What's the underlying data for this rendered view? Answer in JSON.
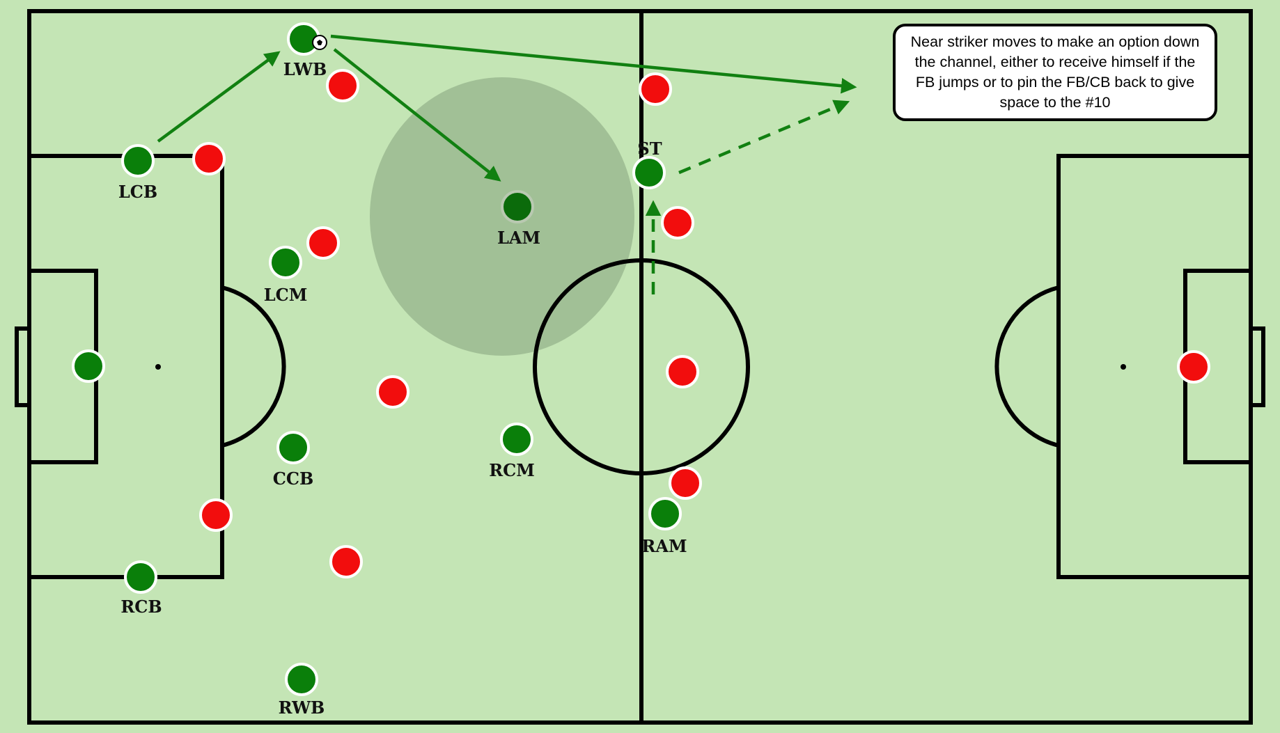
{
  "colors": {
    "pitch": "#c4e5b5",
    "lines": "#000000",
    "team_green": "#0a7f0a",
    "team_red": "#f20d0d",
    "arrow": "#118011",
    "zone": "#8fac86"
  },
  "note": {
    "text": "Near striker moves to make an option down the channel, either to receive himself if the FB jumps or to pin the FB/CB back to give space to the #10"
  },
  "green_players": [
    {
      "label": "LWB"
    },
    {
      "label": "LCB"
    },
    {
      "label": "LCM"
    },
    {
      "label": "LAM"
    },
    {
      "label": "ST"
    },
    {
      "label": "CCB"
    },
    {
      "label": "RCM"
    },
    {
      "label": "RAM"
    },
    {
      "label": "RCB"
    },
    {
      "label": "RWB"
    },
    {
      "label": ""
    }
  ],
  "ball": {
    "name": "ball-icon"
  },
  "arrows": [
    {
      "name": "arrow-lcb-to-lwb",
      "style": "solid"
    },
    {
      "name": "arrow-lwb-to-lam",
      "style": "solid"
    },
    {
      "name": "arrow-lwb-long-pass",
      "style": "solid"
    },
    {
      "name": "arrow-st-run-channel",
      "style": "dashed"
    },
    {
      "name": "arrow-st-movement-up",
      "style": "dashed"
    }
  ]
}
